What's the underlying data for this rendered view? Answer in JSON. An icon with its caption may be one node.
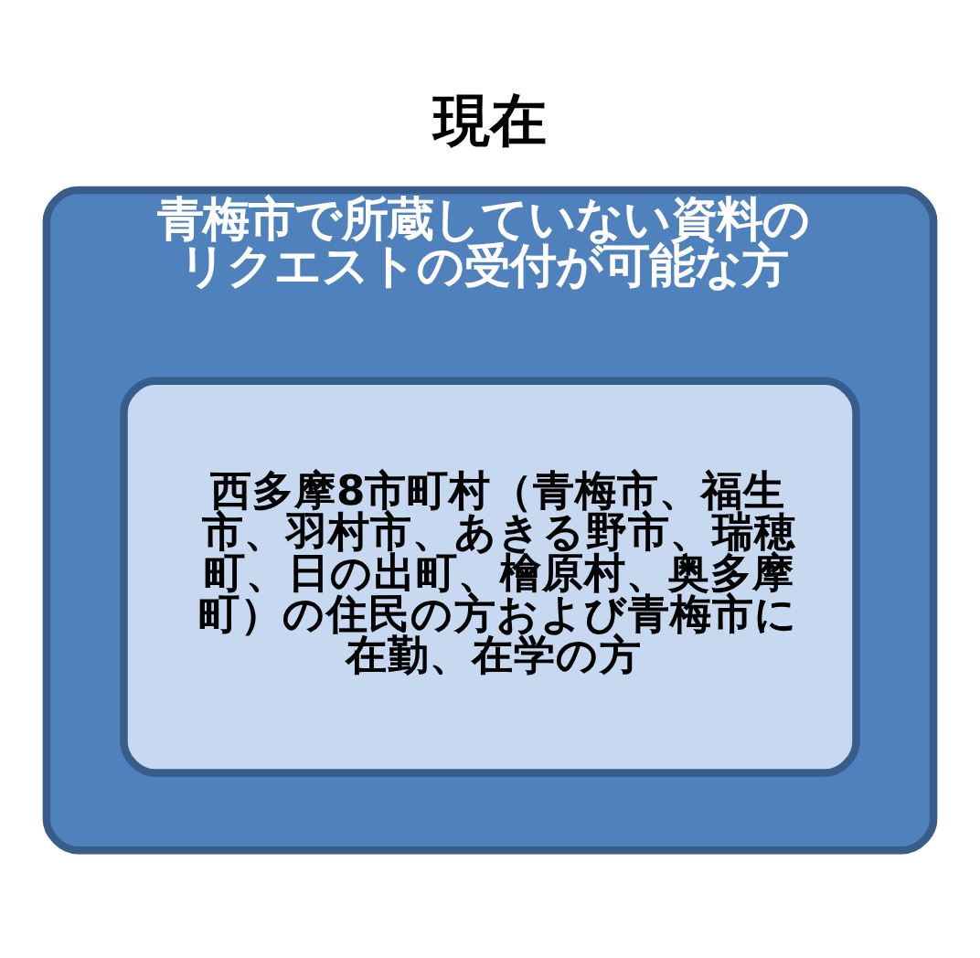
{
  "diagram": {
    "title": "現在",
    "nodes": [
      {
        "text": [
          "青梅市で所蔵していない資料のリクエストの受付が可能な方"
        ]
      },
      {
        "text": [
          "西多摩8市町村（青梅市、福生市、羽村市、あきる野市、瑞穂町、日の出町、檜原村、奥多摩町）の住民の方および青梅市に在勤、在学の方"
        ],
        "in": 0
      }
    ]
  }
}
